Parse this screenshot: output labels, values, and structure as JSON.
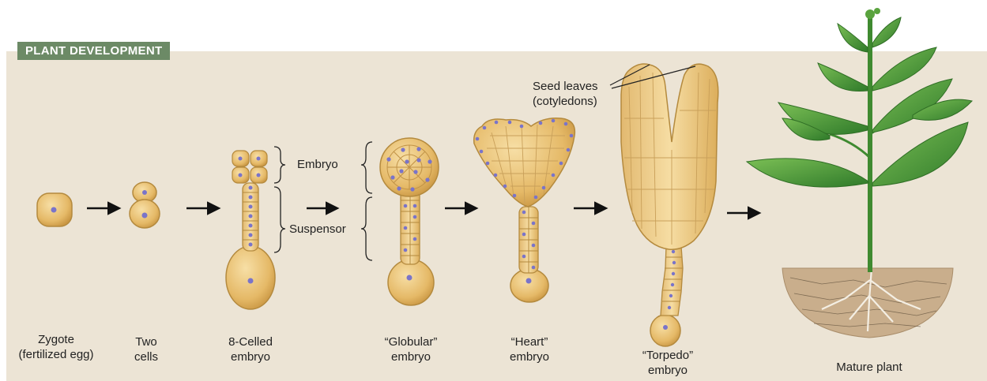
{
  "header": {
    "title": "PLANT DEVELOPMENT"
  },
  "labels": {
    "embryo": "Embryo",
    "suspensor": "Suspensor",
    "seed_leaves_line1": "Seed leaves",
    "seed_leaves_line2": "(cotyledons)"
  },
  "stages": [
    {
      "line1": "Zygote",
      "line2": "(fertilized egg)"
    },
    {
      "line1": "Two",
      "line2": "cells"
    },
    {
      "line1": "8-Celled",
      "line2": "embryo"
    },
    {
      "line1": "“Globular”",
      "line2": "embryo"
    },
    {
      "line1": "“Heart”",
      "line2": "embryo"
    },
    {
      "line1": "“Torpedo”",
      "line2": "embryo"
    },
    {
      "line1": "Mature plant",
      "line2": ""
    }
  ],
  "colors": {
    "panel": "#ece4d5",
    "title_tab": "#6c8a66",
    "cell_fill": "#e9c27a",
    "cell_stroke": "#b48a3e",
    "nucleus": "#7a74c9",
    "leaf": "#4f9a3a",
    "soil": "#c9ae8c"
  }
}
